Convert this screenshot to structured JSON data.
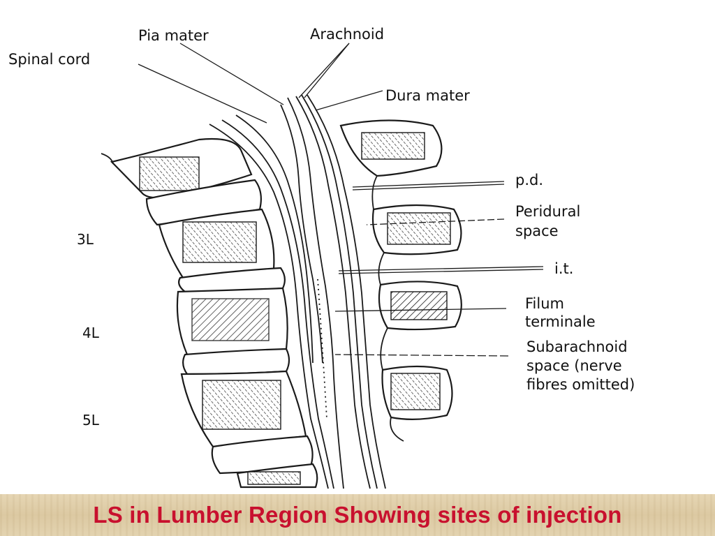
{
  "diagram": {
    "labels": {
      "spinal_cord": "Spinal cord",
      "pia_mater": "Pia mater",
      "arachnoid": "Arachnoid",
      "dura_mater": "Dura mater",
      "pd": "p.d.",
      "peridural_1": "Peridural",
      "peridural_2": "space",
      "it": "i.t.",
      "filum_1": "Filum",
      "filum_2": "terminale",
      "subarachnoid_1": "Subarachnoid",
      "subarachnoid_2": "space (nerve",
      "subarachnoid_3": "fibres omitted)"
    },
    "vertebrae": [
      "3L",
      "4L",
      "5L"
    ]
  },
  "caption": "LS in Lumber Region Showing sites of injection"
}
